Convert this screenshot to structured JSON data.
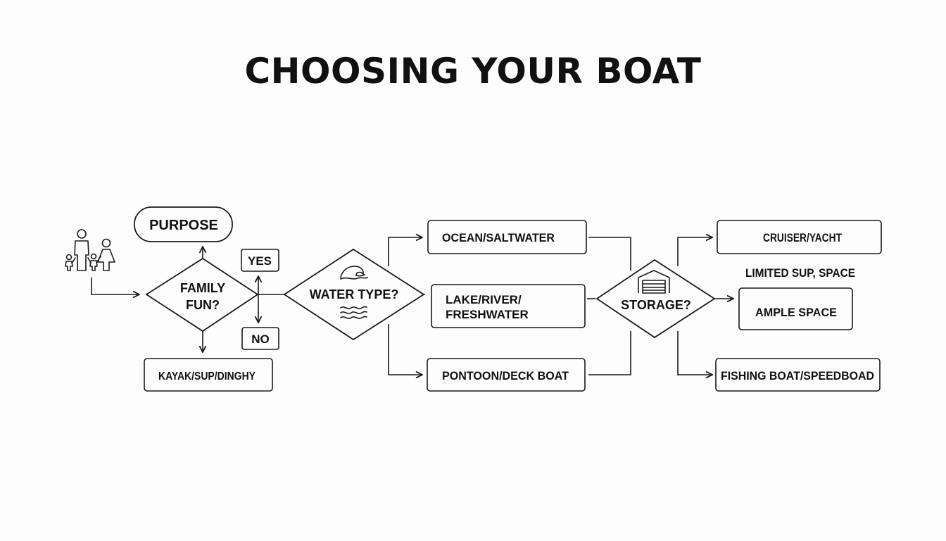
{
  "title": "CHOOSING YOUR BOAT",
  "nodes": {
    "purpose": "PURPOSE",
    "family_fun_line1": "FAMILY",
    "family_fun_line2": "FUN?",
    "yes": "YES",
    "no": "NO",
    "kayak": "KAYAK/SUP/DINGHY",
    "water_type": "WATER TYPE?",
    "ocean": "OCEAN/SALTWATER",
    "lake_line1": "LAKE/RIVER/",
    "lake_line2": "FRESHWATER",
    "pontoon": "PONTOON/DECK BOAT",
    "storage": "STORAGE?",
    "cruiser": "CRUISER/YACHT",
    "limited": "LIMITED SUP, SPACE",
    "ample": "AMPLE SPACE",
    "fishing": "FISHING BOAT/SPEEDBOAD"
  },
  "icons": {
    "family": "family-icon",
    "wave": "wave-icon",
    "garage": "garage-icon"
  },
  "colors": {
    "stroke": "#1a1a1a",
    "background": "#fdfdfd"
  }
}
